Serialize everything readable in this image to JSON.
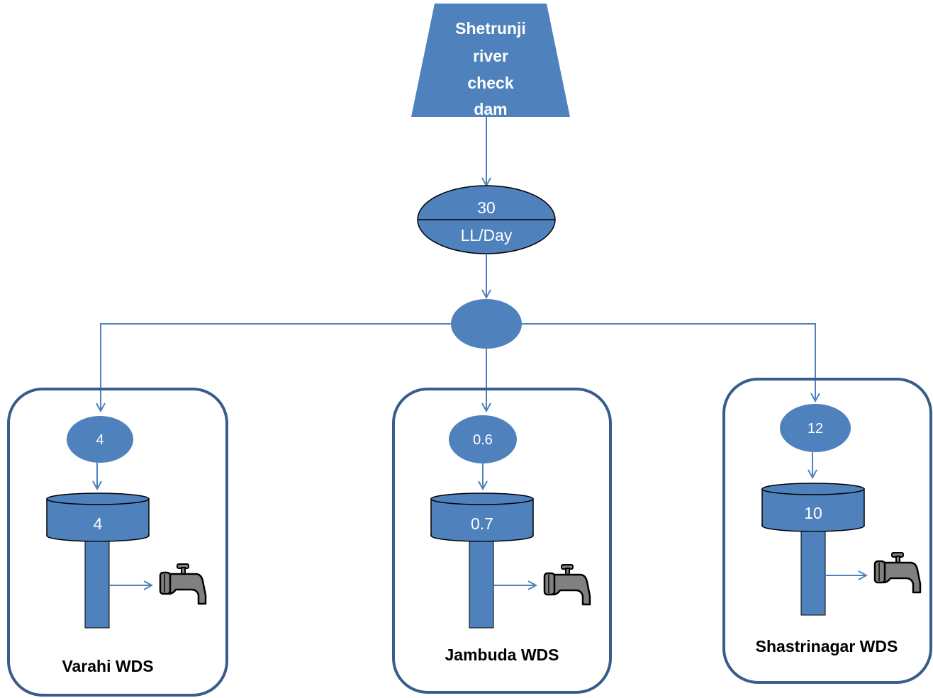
{
  "source": {
    "lines": [
      "Shetrunji",
      "river",
      "check",
      "dam"
    ]
  },
  "main_flow": {
    "value": "30",
    "unit": "LL/Day"
  },
  "stations": [
    {
      "name": "Varahi WDS",
      "flow": "4",
      "storage": "4"
    },
    {
      "name": "Jambuda WDS",
      "flow": "0.6",
      "storage": "0.7"
    },
    {
      "name": "Shastrinagar WDS",
      "flow": "12",
      "storage": "10"
    }
  ],
  "colors": {
    "fill": "#4F81BD",
    "stroke": "#385D8A",
    "box": "#385D8A",
    "text_light": "#ffffff",
    "text_dark": "#000000"
  },
  "icons": {
    "tap": "water-tap-icon"
  }
}
